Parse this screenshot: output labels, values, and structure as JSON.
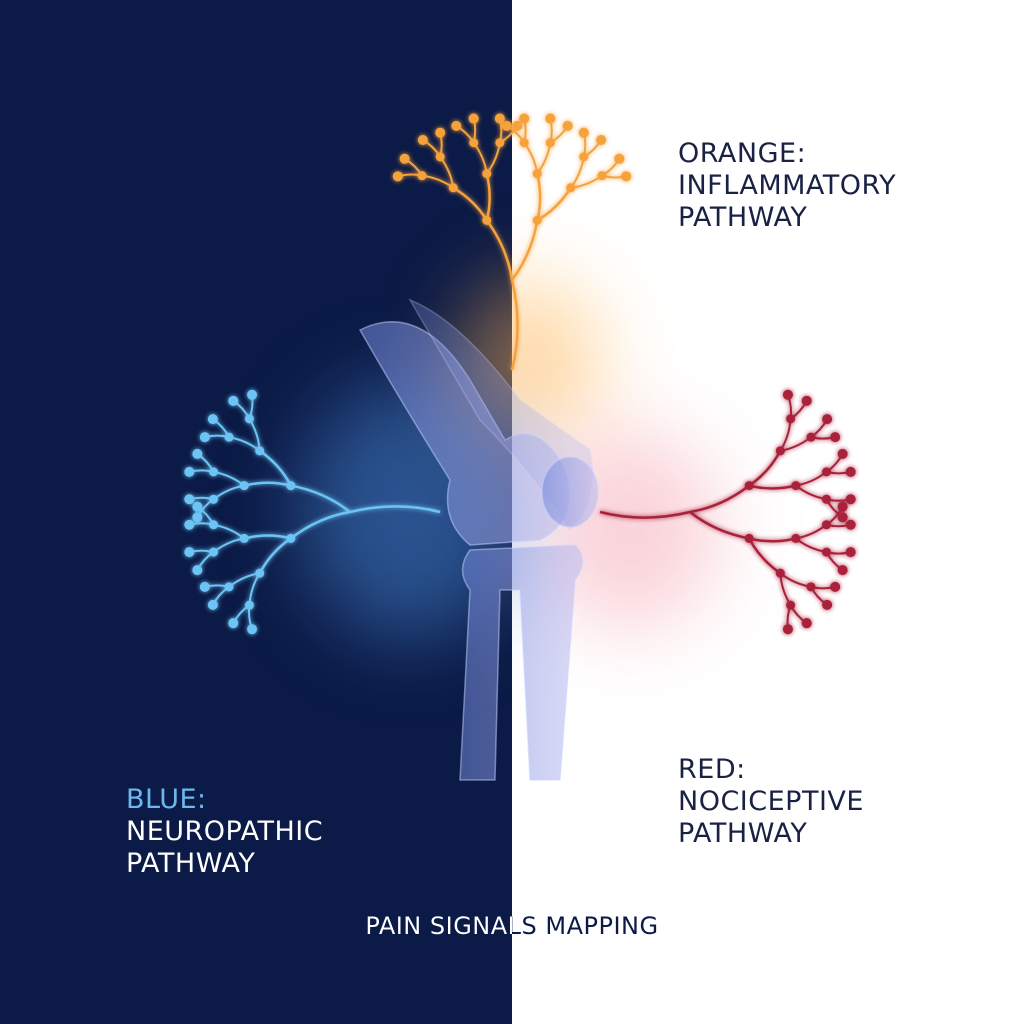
{
  "labels": {
    "orange": {
      "head": "ORANGE:",
      "line1": "INFLAMMATORY",
      "line2": "PATHWAY",
      "color": "#1a2244"
    },
    "blue": {
      "head": "BLUE:",
      "line1": "NEUROPATHIC",
      "line2": "PATHWAY",
      "head_color": "#6cb8ec",
      "color": "#ffffff"
    },
    "red": {
      "head": "RED:",
      "line1": "NOCICEPTIVE",
      "line2": "PATHWAY",
      "color": "#1a2244"
    }
  },
  "caption": "PAIN SIGNALS MAPPING",
  "colors": {
    "background_left": "#0b1a46",
    "background_right": "#ffffff",
    "orange": "#f5a23c",
    "blue": "#6cc4f5",
    "red": "#a8203a"
  }
}
